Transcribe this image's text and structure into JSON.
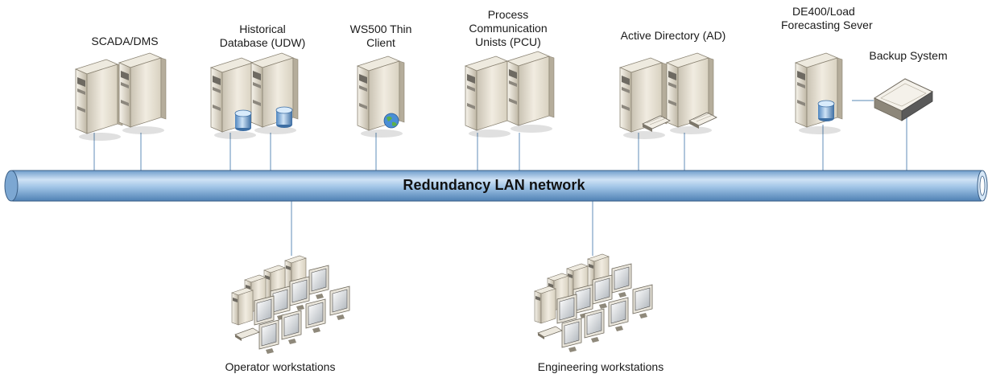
{
  "network": {
    "bus_label": "Redundancy LAN network",
    "bus_color": "#8fb8df",
    "bus_highlight": "#c9def2"
  },
  "servers": [
    {
      "id": "scada",
      "label_lines": [
        "SCADA/DMS"
      ],
      "icon": "server-pair-icon"
    },
    {
      "id": "udw",
      "label_lines": [
        "Historical",
        "Database (UDW)"
      ],
      "icon": "database-server-pair-icon"
    },
    {
      "id": "ws500",
      "label_lines": [
        "WS500 Thin",
        "Client"
      ],
      "icon": "web-server-icon"
    },
    {
      "id": "pcu",
      "label_lines": [
        "Process",
        "Communication",
        "Unists (PCU)"
      ],
      "icon": "server-pair-icon"
    },
    {
      "id": "ad",
      "label_lines": [
        "Active Directory (AD)"
      ],
      "icon": "directory-server-pair-icon"
    },
    {
      "id": "de400",
      "label_lines": [
        "DE400/Load",
        "Forecasting Sever"
      ],
      "icon": "database-server-icon"
    },
    {
      "id": "backup",
      "label_lines": [
        "Backup System"
      ],
      "icon": "backup-device-icon"
    }
  ],
  "workstations": [
    {
      "id": "operator",
      "label": "Operator workstations",
      "icon": "workstation-cluster-icon"
    },
    {
      "id": "engineering",
      "label": "Engineering workstations",
      "icon": "workstation-cluster-icon"
    }
  ]
}
